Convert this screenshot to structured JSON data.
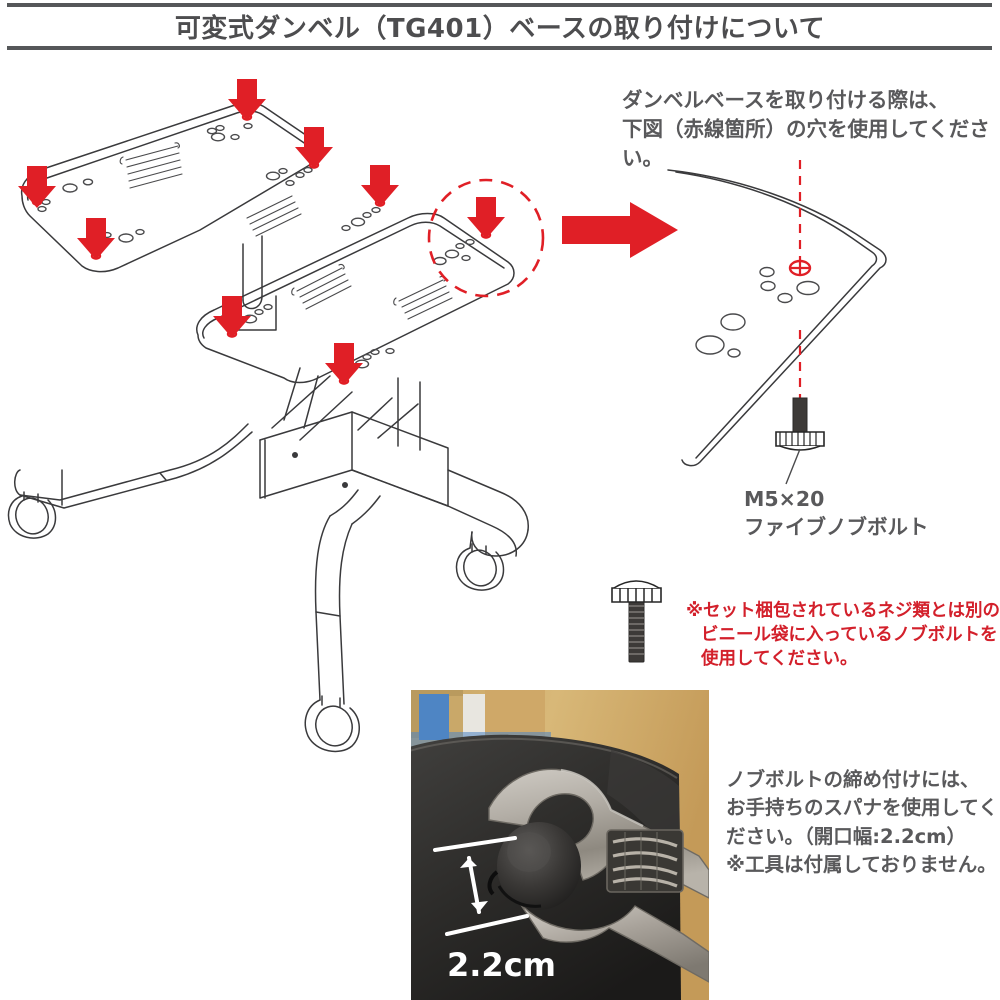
{
  "page": {
    "title": "可変式ダンベル（TG401）ベースの取り付けについて",
    "background_color": "#ffffff",
    "title_color": "#4d4d4f",
    "rule_color": "#555759",
    "accent_red": "#e01f26",
    "warning_red": "#d3202b",
    "line_color": "#3a3a3c"
  },
  "notes": {
    "install_instruction": "ダンベルベースを取り付ける際は、\n下図（赤線箇所）の穴を使用してください。",
    "bolt_label": "M5×20\nファイブノブボルト",
    "bag_warning": "※セット梱包されているネジ類とは別の\nビニール袋に入っているノブボルトを\n使用してください。",
    "wrench_note": "ノブボルトの締め付けには、\nお手持ちのスパナを使用してく\nださい。（開口幅:2.2cm）\n※工具は付属しておりません。"
  },
  "photo": {
    "caption_overlay": "2.2cm",
    "description": "adjustable-wrench-on-knob-bolt-photo",
    "opening_width": "2.2cm"
  },
  "icons": {
    "knob_bolt": "knob-bolt-icon",
    "big_arrow": "red-right-arrow-icon",
    "down_arrow": "red-down-arrow-icon",
    "target_marker": "red-target-hole-icon",
    "dashed_circle": "red-dashed-callout-circle"
  },
  "diagram": {
    "name": "adjustable-dumbbell-bench-line-drawing",
    "arrow_count": 8,
    "marked_hole_color": "#e11b22"
  }
}
